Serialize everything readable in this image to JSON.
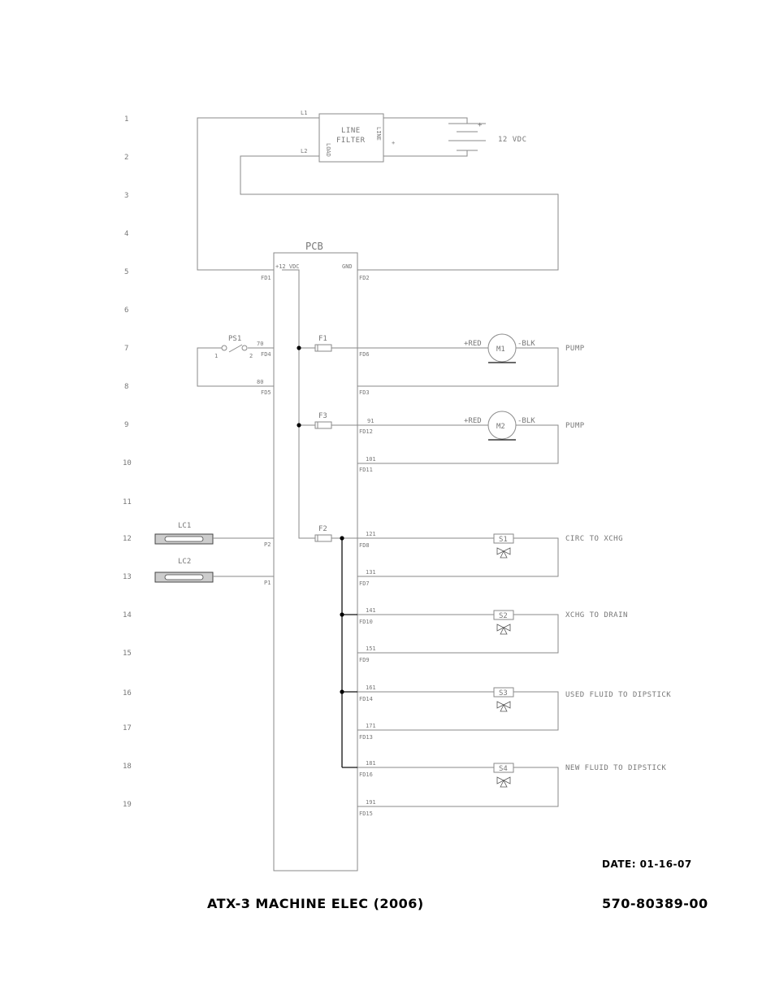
{
  "rung_numbers": [
    "1",
    "2",
    "3",
    "4",
    "5",
    "6",
    "7",
    "8",
    "9",
    "10",
    "11",
    "12",
    "13",
    "14",
    "15",
    "16",
    "17",
    "18",
    "19"
  ],
  "line_filter": {
    "name_line1": "LINE",
    "name_line2": "FILTER",
    "load_label": "LOAD",
    "line_label": "LINE",
    "in_terminal": "L1",
    "out_terminal": "L2",
    "plus_symbol": "+"
  },
  "battery": {
    "label": "12 VDC",
    "plus_symbol": "+"
  },
  "pcb": {
    "title": "PCB",
    "plus_label": "+12 VDC",
    "gnd_label": "GND",
    "fd1": "FD1",
    "fd2": "FD2"
  },
  "pressure_switch": {
    "name": "PS1",
    "pin1": "1",
    "pin2": "2",
    "wire_top": "70",
    "wire_bottom": "80",
    "conn_top": "FD4",
    "conn_bottom": "FD5"
  },
  "fuses": {
    "f1": "F1",
    "f2": "F2",
    "f3": "F3"
  },
  "motors": [
    {
      "name": "M1",
      "pos": "+RED",
      "neg": "-BLK",
      "desc": "PUMP",
      "wire_in": "",
      "conn_in": "FD6",
      "wire_out": "",
      "conn_out": "FD3"
    },
    {
      "name": "M2",
      "pos": "+RED",
      "neg": "-BLK",
      "desc": "PUMP",
      "wire_in": "91",
      "conn_in": "FD12",
      "wire_out": "101",
      "conn_out": "FD11"
    }
  ],
  "level_controls": [
    {
      "name": "LC1",
      "pin": "P2"
    },
    {
      "name": "LC2",
      "pin": "P1"
    }
  ],
  "solenoids": [
    {
      "name": "S1",
      "desc": "CIRC TO XCHG",
      "wire_in": "121",
      "conn_in": "FD8",
      "wire_out": "131",
      "conn_out": "FD7"
    },
    {
      "name": "S2",
      "desc": "XCHG TO DRAIN",
      "wire_in": "141",
      "conn_in": "FD10",
      "wire_out": "151",
      "conn_out": "FD9"
    },
    {
      "name": "S3",
      "desc": "USED FLUID TO DIPSTICK",
      "wire_in": "161",
      "conn_in": "FD14",
      "wire_out": "171",
      "conn_out": "FD13"
    },
    {
      "name": "S4",
      "desc": "NEW FLUID TO DIPSTICK",
      "wire_in": "181",
      "conn_in": "FD16",
      "wire_out": "191",
      "conn_out": "FD15"
    }
  ],
  "footer": {
    "date": "DATE: 01-16-07",
    "title": "ATX-3 MACHINE ELEC (2006)",
    "part_number": "570-80389-00"
  }
}
